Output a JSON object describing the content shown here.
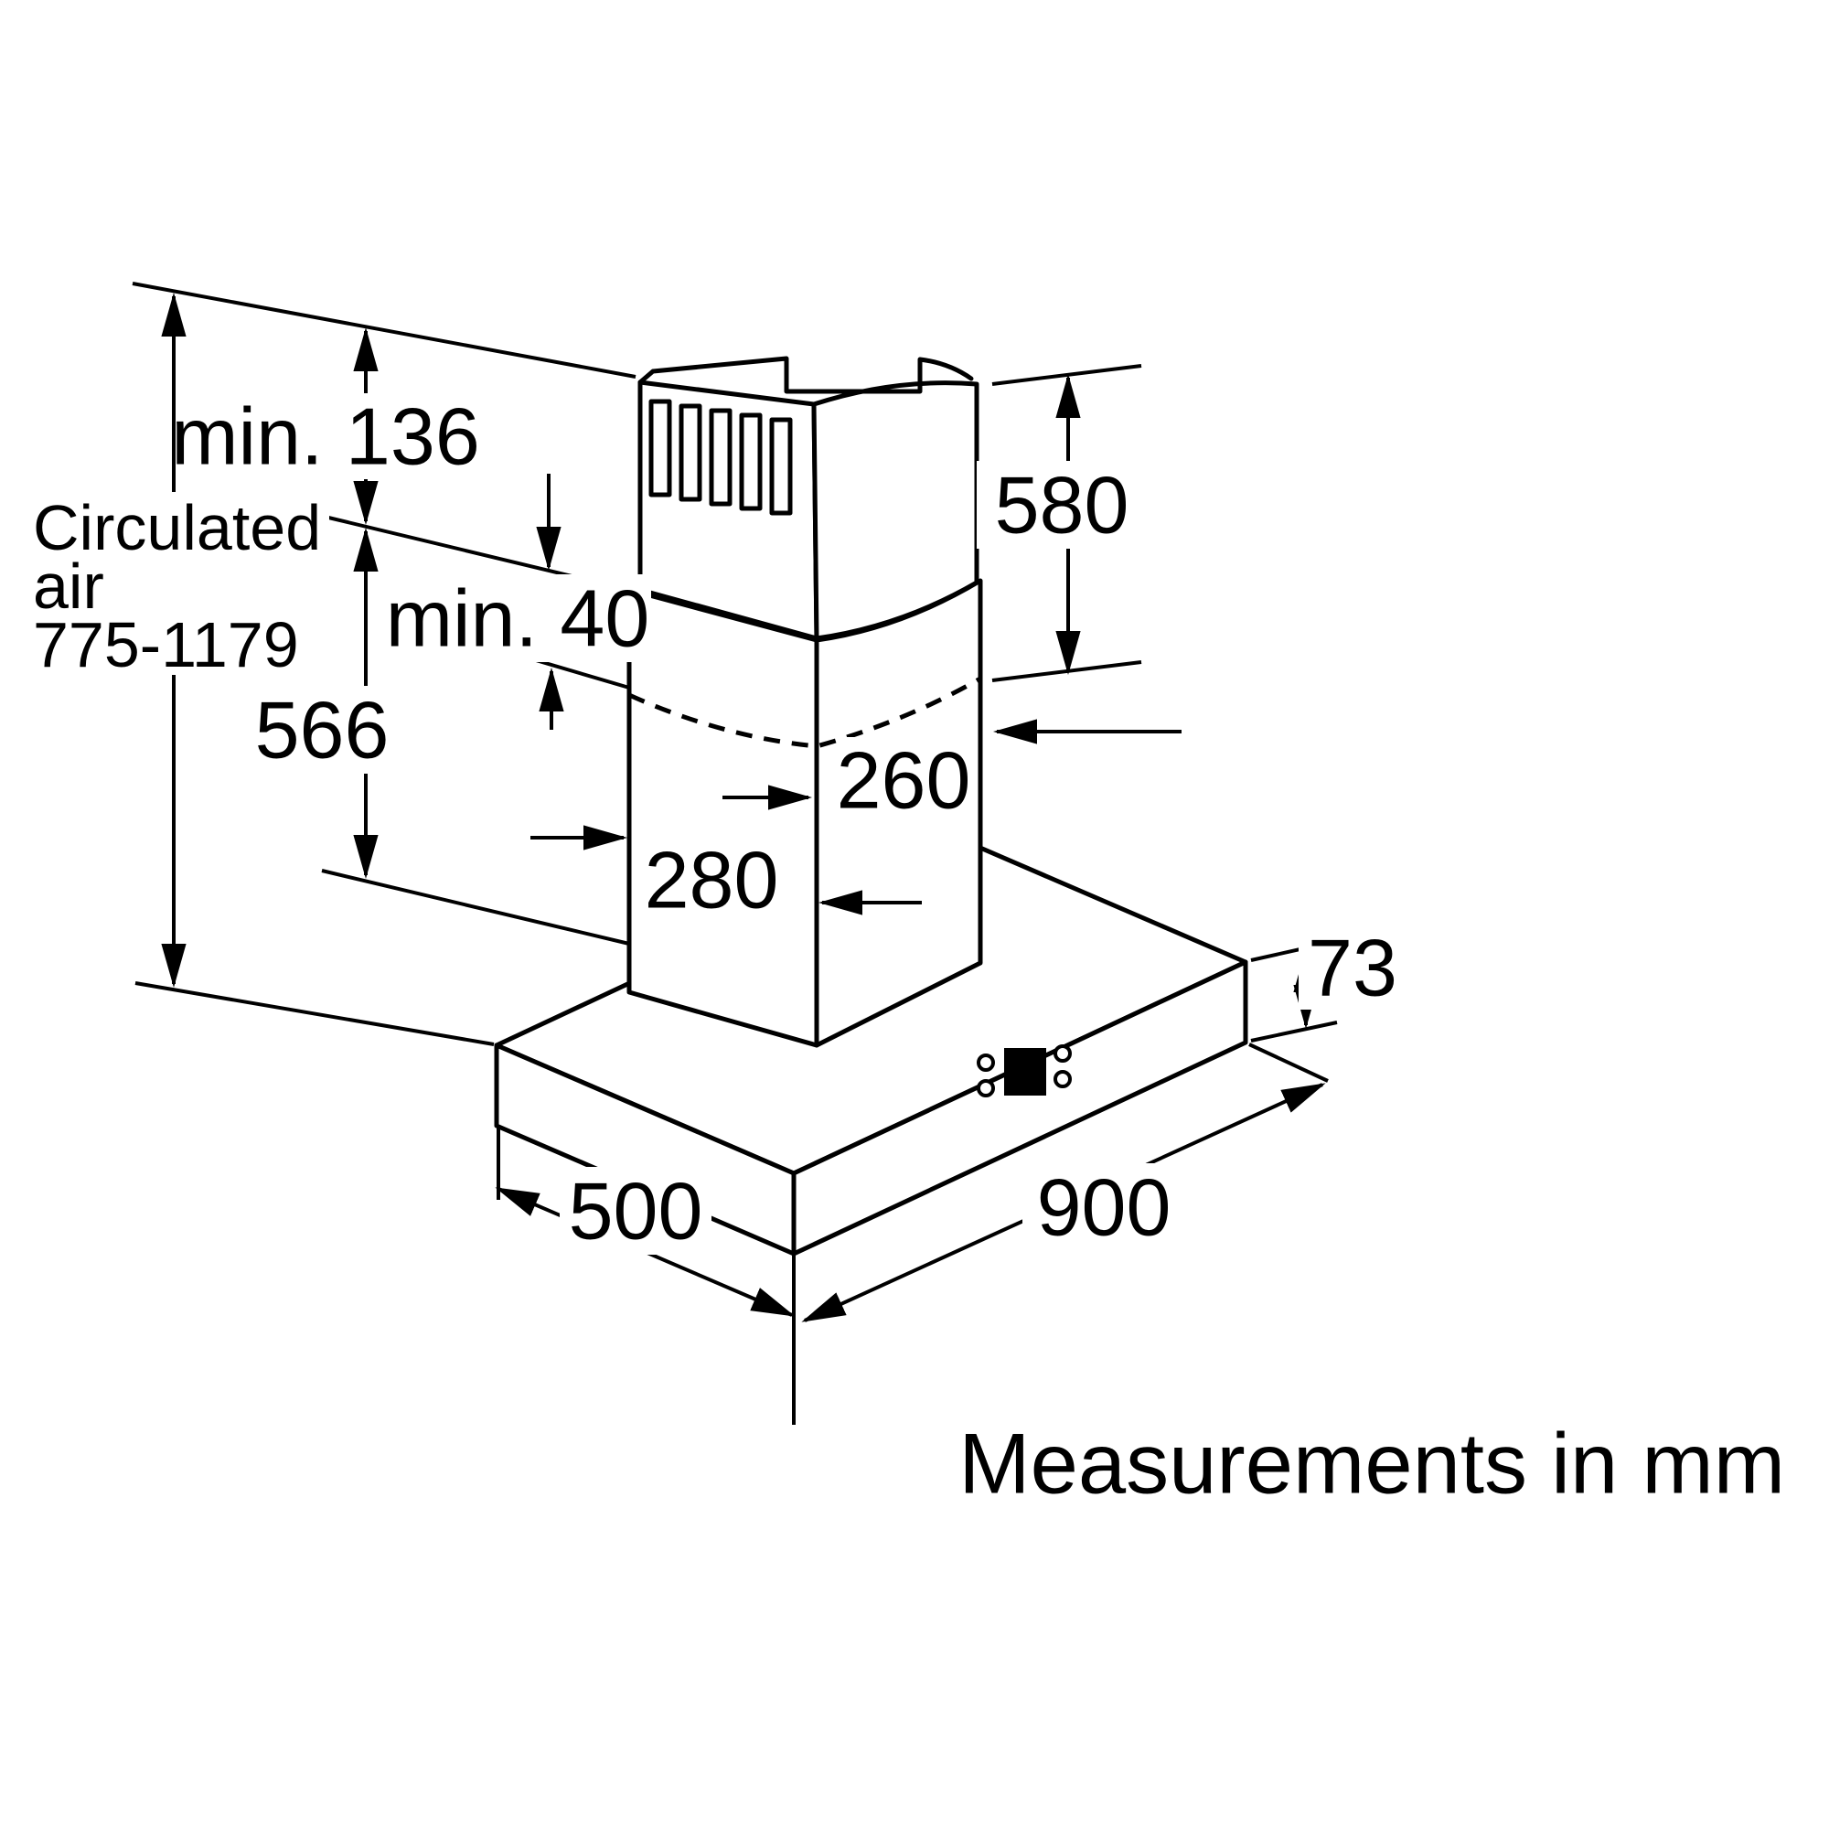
{
  "diagram": {
    "title_note": "Measurements in mm",
    "labels": {
      "circulated_air_line1": "Circulated",
      "circulated_air_line2": "air",
      "circulated_air_range": "775-1179",
      "min_ceiling_clearance": "min. 136",
      "min_overlap": "min. 40",
      "lower_chimney_height": "566",
      "upper_chimney_height": "580",
      "chimney_depth": "260",
      "chimney_width": "280",
      "canopy_height": "73",
      "hood_width": "900",
      "hood_depth": "500"
    },
    "colors": {
      "line": "#000000",
      "background": "#ffffff"
    }
  }
}
